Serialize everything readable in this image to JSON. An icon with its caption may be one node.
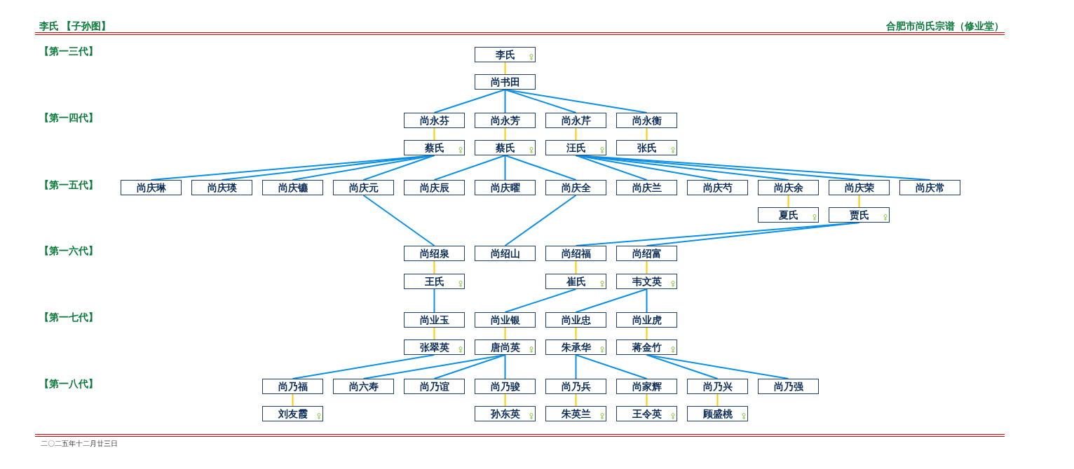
{
  "diagram": {
    "title": "李氏 【子孙图】",
    "nodes": [
      {
        "text": [
          "李氏"
        ]
      },
      {
        "text": [
          "尚书田"
        ]
      },
      {
        "text": [
          "尚永芬"
        ]
      },
      {
        "text": [
          "尚永芳"
        ]
      },
      {
        "text": [
          "尚永芹"
        ]
      },
      {
        "text": [
          "尚永衡"
        ]
      },
      {
        "text": [
          "蔡氏"
        ]
      },
      {
        "text": [
          "蔡氏"
        ]
      },
      {
        "text": [
          "汪氏"
        ]
      },
      {
        "text": [
          "张氏"
        ]
      },
      {
        "text": [
          "尚庆琳"
        ]
      },
      {
        "text": [
          "尚庆瑛"
        ]
      },
      {
        "text": [
          "尚庆镳"
        ]
      },
      {
        "text": [
          "尚庆元"
        ]
      },
      {
        "text": [
          "尚庆辰"
        ]
      },
      {
        "text": [
          "尚庆曜"
        ]
      },
      {
        "text": [
          "尚庆全"
        ]
      },
      {
        "text": [
          "尚庆兰"
        ]
      },
      {
        "text": [
          "尚庆芍"
        ]
      },
      {
        "text": [
          "尚庆余"
        ]
      },
      {
        "text": [
          "尚庆荣"
        ]
      },
      {
        "text": [
          "尚庆常"
        ]
      },
      {
        "text": [
          "夏氏"
        ]
      },
      {
        "text": [
          "贾氏"
        ]
      },
      {
        "text": [
          "尚绍泉"
        ]
      },
      {
        "text": [
          "尚绍山"
        ]
      },
      {
        "text": [
          "尚绍福"
        ]
      },
      {
        "text": [
          "尚绍富"
        ]
      },
      {
        "text": [
          "王氏"
        ]
      },
      {
        "text": [
          "崔氏"
        ]
      },
      {
        "text": [
          "韦文英"
        ]
      },
      {
        "text": [
          "尚业玉"
        ]
      },
      {
        "text": [
          "尚业银"
        ]
      },
      {
        "text": [
          "尚业忠"
        ]
      },
      {
        "text": [
          "尚业虎"
        ]
      },
      {
        "text": [
          "张翠英"
        ]
      },
      {
        "text": [
          "唐尚英"
        ]
      },
      {
        "text": [
          "朱承华"
        ]
      },
      {
        "text": [
          "蒋金竹"
        ]
      },
      {
        "text": [
          "尚乃福"
        ]
      },
      {
        "text": [
          "尚六寿"
        ]
      },
      {
        "text": [
          "尚乃谊"
        ]
      },
      {
        "text": [
          "尚乃骏"
        ]
      },
      {
        "text": [
          "尚乃兵"
        ]
      },
      {
        "text": [
          "尚家辉"
        ]
      },
      {
        "text": [
          "尚乃兴"
        ]
      },
      {
        "text": [
          "尚乃强"
        ]
      },
      {
        "text": [
          "刘友霞"
        ]
      },
      {
        "text": [
          "孙东英"
        ]
      },
      {
        "text": [
          "朱英兰"
        ]
      },
      {
        "text": [
          "王令英"
        ]
      },
      {
        "text": [
          "顾盛桃"
        ]
      }
    ],
    "edges": [
      {
        "from": 1,
        "to": 0,
        "arrow": "none",
        "color": "#ffcc00"
      },
      {
        "from": 1,
        "to": 2,
        "arrow": "none"
      },
      {
        "from": 1,
        "to": 3,
        "arrow": "none"
      },
      {
        "from": 1,
        "to": 4,
        "arrow": "none"
      },
      {
        "from": 1,
        "to": 5,
        "arrow": "none"
      },
      {
        "from": 2,
        "to": 6,
        "arrow": "none",
        "color": "#ffcc00"
      },
      {
        "from": 3,
        "to": 7,
        "arrow": "none",
        "color": "#ffcc00"
      },
      {
        "from": 4,
        "to": 8,
        "arrow": "none",
        "color": "#ffcc00"
      },
      {
        "from": 5,
        "to": 9,
        "arrow": "none",
        "color": "#ffcc00"
      },
      {
        "from": 6,
        "to": 10,
        "arrow": "none"
      },
      {
        "from": 6,
        "to": 11,
        "arrow": "none"
      },
      {
        "from": 6,
        "to": 12,
        "arrow": "none"
      },
      {
        "from": 6,
        "to": 13,
        "arrow": "none"
      },
      {
        "from": 7,
        "to": 14,
        "arrow": "none"
      },
      {
        "from": 7,
        "to": 15,
        "arrow": "none"
      },
      {
        "from": 7,
        "to": 16,
        "arrow": "none"
      },
      {
        "from": 8,
        "to": 17,
        "arrow": "none"
      },
      {
        "from": 8,
        "to": 18,
        "arrow": "none"
      },
      {
        "from": 8,
        "to": 19,
        "arrow": "none"
      },
      {
        "from": 8,
        "to": 20,
        "arrow": "none"
      },
      {
        "from": 8,
        "to": 21,
        "arrow": "none"
      },
      {
        "from": 19,
        "to": 22,
        "arrow": "none",
        "color": "#ffcc00"
      },
      {
        "from": 20,
        "to": 23,
        "arrow": "none",
        "color": "#ffcc00"
      },
      {
        "from": 13,
        "to": 24,
        "arrow": "none"
      },
      {
        "from": 16,
        "to": 25,
        "arrow": "none"
      },
      {
        "from": 23,
        "to": 26,
        "arrow": "none"
      },
      {
        "from": 23,
        "to": 27,
        "arrow": "none"
      },
      {
        "from": 24,
        "to": 28,
        "arrow": "none",
        "color": "#ffcc00"
      },
      {
        "from": 26,
        "to": 29,
        "arrow": "none",
        "color": "#ffcc00"
      },
      {
        "from": 27,
        "to": 30,
        "arrow": "none",
        "color": "#ffcc00"
      },
      {
        "from": 28,
        "to": 31,
        "arrow": "none"
      },
      {
        "from": 29,
        "to": 32,
        "arrow": "none"
      },
      {
        "from": 30,
        "to": 33,
        "arrow": "none"
      },
      {
        "from": 30,
        "to": 34,
        "arrow": "none"
      },
      {
        "from": 31,
        "to": 35,
        "arrow": "none",
        "color": "#ffcc00"
      },
      {
        "from": 32,
        "to": 36,
        "arrow": "none",
        "color": "#ffcc00"
      },
      {
        "from": 33,
        "to": 37,
        "arrow": "none",
        "color": "#ffcc00"
      },
      {
        "from": 34,
        "to": 38,
        "arrow": "none",
        "color": "#ffcc00"
      },
      {
        "from": 35,
        "to": 39,
        "arrow": "none"
      },
      {
        "from": 36,
        "to": 40,
        "arrow": "none"
      },
      {
        "from": 36,
        "to": 41,
        "arrow": "none"
      },
      {
        "from": 36,
        "to": 42,
        "arrow": "none"
      },
      {
        "from": 37,
        "to": 43,
        "arrow": "none"
      },
      {
        "from": 37,
        "to": 44,
        "arrow": "none"
      },
      {
        "from": 38,
        "to": 45,
        "arrow": "none"
      },
      {
        "from": 38,
        "to": 46,
        "arrow": "none"
      },
      {
        "from": 39,
        "to": 47,
        "arrow": "none",
        "color": "#ffcc00"
      },
      {
        "from": 42,
        "to": 48,
        "arrow": "none",
        "color": "#ffcc00"
      },
      {
        "from": 43,
        "to": 49,
        "arrow": "none",
        "color": "#ffcc00"
      },
      {
        "from": 44,
        "to": 50,
        "arrow": "none",
        "color": "#ffcc00"
      },
      {
        "from": 45,
        "to": 51,
        "arrow": "none",
        "color": "#ffcc00"
      }
    ],
    "labels": [
      "合肥市尚氏宗谱（修业堂）",
      "【第一三代】",
      "【第一四代】",
      "【第一五代】",
      "【第一六代】",
      "【第一七代】",
      "【第一八代】",
      "二〇二五年十二月廿三日"
    ]
  }
}
